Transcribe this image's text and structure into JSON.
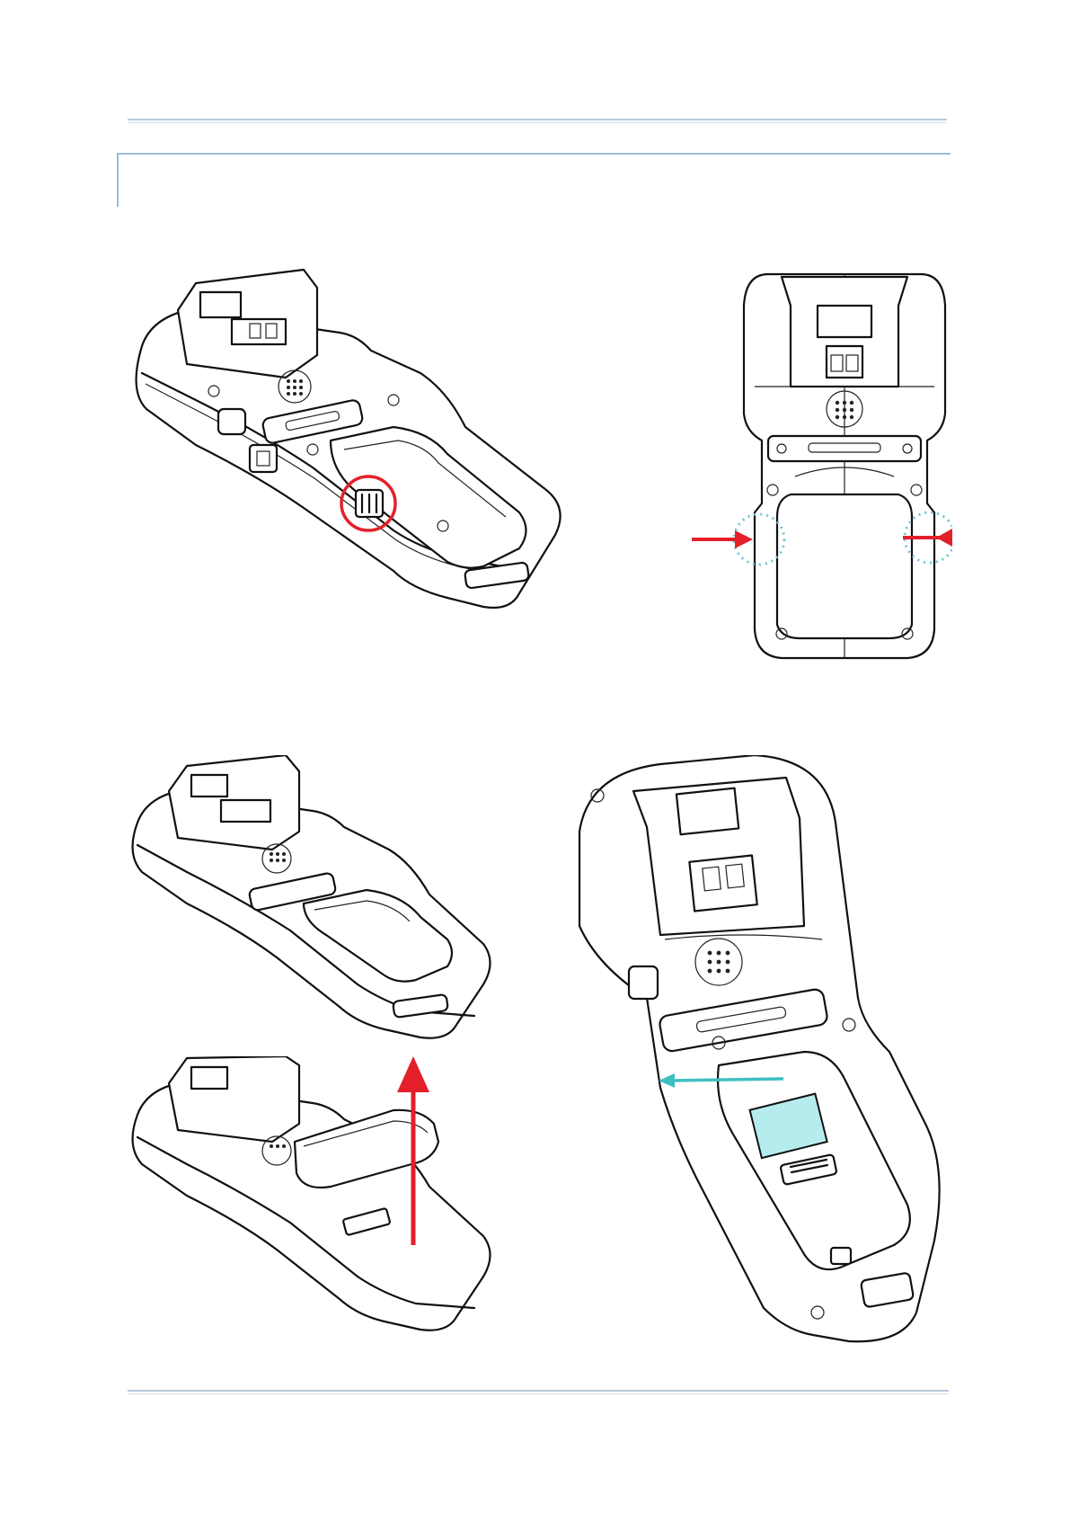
{
  "page": {
    "header_rule": "top-divider",
    "footer_rule": "bottom-divider"
  },
  "figures": [
    {
      "id": "fig-1",
      "view": "rear-angled",
      "highlight": "latch-circle",
      "highlight_color": "#e3202a"
    },
    {
      "id": "fig-2",
      "view": "rear-straight",
      "arrows": "press-both-side-latches",
      "arrow_color": "#e3202a",
      "marker_color": "#6cc6d6"
    },
    {
      "id": "fig-3",
      "view": "battery-released"
    },
    {
      "id": "fig-4",
      "view": "battery-lifted",
      "arrow": "lift-up-arrow",
      "arrow_color": "#e3202a"
    },
    {
      "id": "fig-5",
      "view": "battery-compartment",
      "card_color": "#b6ecee",
      "arrow": "slide-card-out-arrow",
      "arrow_color": "#3fbfc1"
    }
  ],
  "colors": {
    "rule": "#b8c8dc",
    "heading_frame": "#9db9d8",
    "red": "#e3202a",
    "cyan": "#3fbfc1"
  }
}
